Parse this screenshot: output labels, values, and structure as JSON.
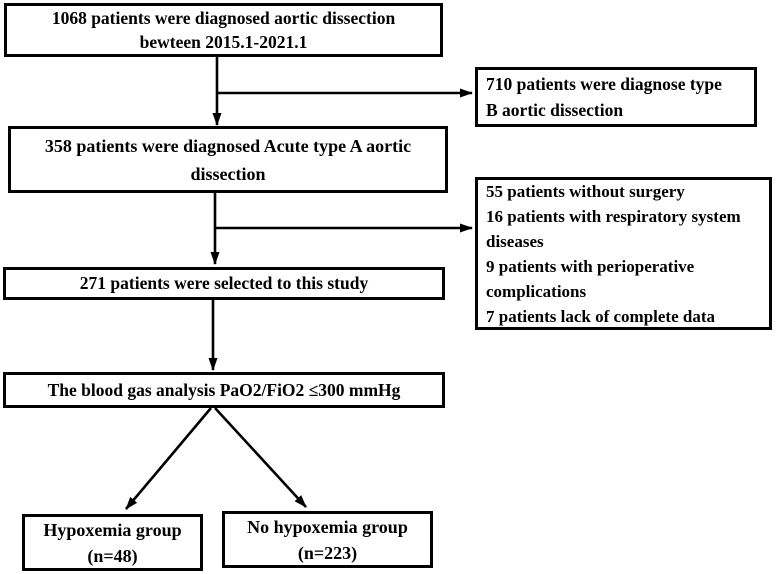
{
  "figure": {
    "background_color": "#ffffff",
    "line_color": "#000000",
    "box_border_color": "#000000",
    "text_color": "#000000"
  },
  "boxes": {
    "diagnosed_1068": {
      "text": "1068 patients were diagnosed aortic dissection\nbewteen 2015.1-2021.1"
    },
    "type_b_710": {
      "text": "710 patients were diagnose type\nB aortic dissection"
    },
    "acute_type_a_358": {
      "text": "358 patients were diagnosed Acute type A aortic\ndissection"
    },
    "exclusions": {
      "text": "55 patients without surgery\n16 patients with respiratory system\ndiseases\n9 patients with perioperative\ncomplications\n7 patients lack of complete data"
    },
    "selected_271": {
      "text": "271 patients were selected to this study"
    },
    "blood_gas": {
      "text": "The blood gas analysis PaO2/FiO2 ≤300 mmHg"
    },
    "hypoxemia_group": {
      "text": "Hypoxemia group\n(n=48)"
    },
    "no_hypoxemia_group": {
      "text": "No hypoxemia group\n(n=223)"
    }
  }
}
